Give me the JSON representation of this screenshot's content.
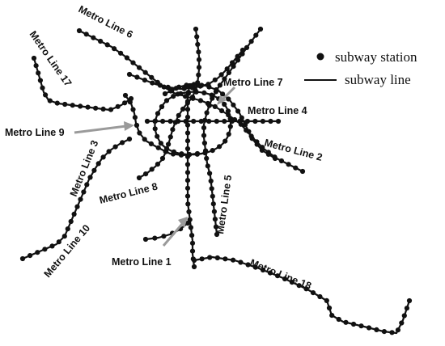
{
  "legend": {
    "station_label": "subway station",
    "line_label": "subway line"
  },
  "labels": {
    "line6": "Metro Line 6",
    "line17": "Metro Line 17",
    "line7": "Metro Line 7",
    "line4": "Metro Line 4",
    "line9": "Metro Line 9",
    "line3": "Metro Line 3",
    "line2": "Metro Line 2",
    "line8": "Metro Line 8",
    "line5": "Metro Line 5",
    "line10": "Metro Line 10",
    "line1": "Metro Line 1",
    "line18": "Metro Line 18"
  },
  "colors": {
    "network": "#111111",
    "pointer_arrow": "#9a9a9a",
    "background": "#ffffff"
  }
}
